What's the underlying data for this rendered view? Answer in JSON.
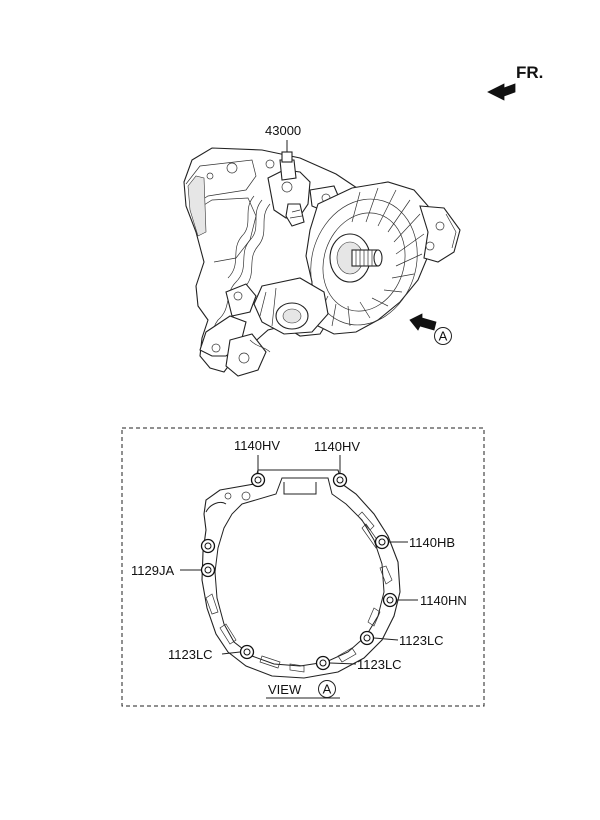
{
  "direction": {
    "label": "FR."
  },
  "assembly": {
    "part_number": "43000"
  },
  "view_marker": {
    "letter": "A"
  },
  "view_box": {
    "caption": "VIEW",
    "letter": "A",
    "callouts": {
      "hv_left": "1140HV",
      "hv_right": "1140HV",
      "hb": "1140HB",
      "ja": "1129JA",
      "hn": "1140HN",
      "lc_right": "1123LC",
      "lc_left": "1123LC",
      "lc_bottom": "1123LC"
    }
  }
}
